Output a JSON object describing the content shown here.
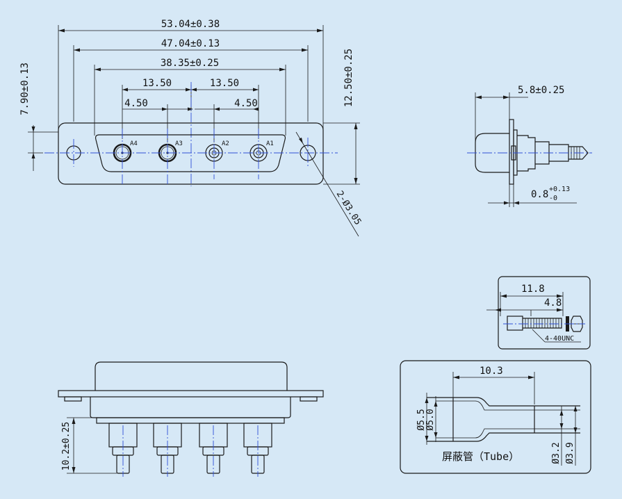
{
  "front_view": {
    "dim_overall": "53.04±0.38",
    "dim_mount": "47.04±0.13",
    "dim_shell": "38.35±0.25",
    "dim_pitch_left": "13.50",
    "dim_pitch_right": "13.50",
    "dim_off_left": "4.50",
    "dim_off_right": "4.50",
    "dim_height_left": "7.90±0.13",
    "dim_height_right": "12.50±0.25",
    "hole_callout": "2-Ø3.05",
    "contacts": [
      "A4",
      "A3",
      "A2",
      "A1"
    ]
  },
  "side_view": {
    "dim_depth": "5.8±0.25",
    "dim_flange_base": "0.8",
    "dim_flange_tol_plus": "+0.13",
    "dim_flange_tol_minus": "-0"
  },
  "screw_detail": {
    "dim_length": "11.8",
    "dim_thread": "4.8",
    "thread_spec": "4-40UNC"
  },
  "bottom_view": {
    "dim_pin_length": "10.2±0.25"
  },
  "tube_detail": {
    "dim_length": "10.3",
    "dim_od_large": "Ø5.5",
    "dim_id_large": "Ø5.0",
    "dim_od_small": "Ø3.9",
    "dim_id_small": "Ø3.2",
    "label": "屏蔽管（Tube）"
  },
  "colors": {
    "background": "#d6e8f6",
    "line": "#1a1a1a",
    "centerline": "#2f4fd6"
  }
}
